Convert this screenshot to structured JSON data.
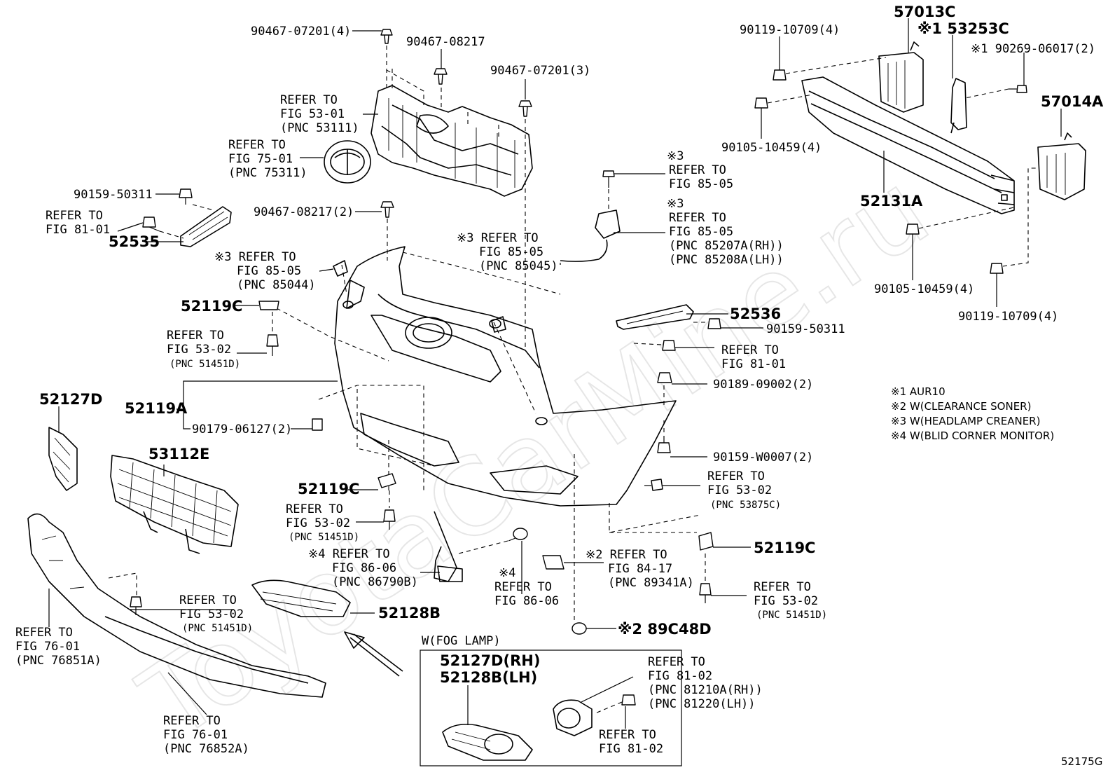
{
  "watermark": "ToyotaCarMine.ru",
  "figure_code": "52175G",
  "notes": [
    "※1 AUR10",
    "※2 W(CLEARANCE SONER)",
    "※3 W(HEADLAMP CREANER)",
    "※4 W(BLID CORNER MONITOR)"
  ],
  "inset_title": "W(FOG LAMP)",
  "labels": {
    "clip_90467_07201_4": "90467-07201(4)",
    "clip_90467_08217": "90467-08217",
    "clip_90467_07201_3": "90467-07201(3)",
    "refer_53_01": [
      "REFER TO",
      "FIG 53-01",
      "(PNC 53111)"
    ],
    "refer_75_01": [
      "REFER TO",
      "FIG 75-01",
      "(PNC 75311)"
    ],
    "bolt_90159_50311_l": "90159-50311",
    "refer_81_01_l": [
      "REFER TO",
      "FIG 81-01"
    ],
    "p52535": "52535",
    "clip_90467_08217_2": "90467-08217(2)",
    "refer_85_05_85044": [
      "※3 REFER TO",
      "FIG 85-05",
      "(PNC 85044)"
    ],
    "p52119c_1": "52119C",
    "refer_53_02_a": [
      "REFER TO",
      "FIG 53-02",
      "(PNC 51451D)"
    ],
    "p52127d": "52127D",
    "p52119a": "52119A",
    "nut_90179_06127": "90179-06127(2)",
    "p53112e": "53112E",
    "p52119c_2": "52119C",
    "refer_53_02_b": [
      "REFER TO",
      "FIG 53-02",
      "(PNC 51451D)"
    ],
    "refer_86_06_a": [
      "※4 REFER TO",
      "FIG 86-06",
      "(PNC 86790B)"
    ],
    "refer_53_02_c": [
      "REFER TO",
      "FIG 53-02",
      "(PNC 51451D)"
    ],
    "p52128b": "52128B",
    "refer_76_01_a": [
      "REFER TO",
      "FIG 76-01",
      "(PNC 76851A)"
    ],
    "refer_76_01_b": [
      "REFER TO",
      "FIG 76-01",
      "(PNC 76852A)"
    ],
    "refer_85_05_85045": [
      "※3 REFER TO",
      "FIG 85-05",
      "(PNC 85045)"
    ],
    "refer_85_05_top": [
      "※3",
      "REFER TO",
      "FIG 85-05"
    ],
    "refer_85_05_rhlh": [
      "※3",
      "REFER TO",
      "FIG 85-05",
      "(PNC 85207A(RH))",
      "(PNC 85208A(LH))"
    ],
    "p52536": "52536",
    "bolt_90159_50311_r": "90159-50311",
    "refer_81_01_r": [
      "REFER TO",
      "FIG 81-01"
    ],
    "nut_90189_09002": "90189-09002(2)",
    "bolt_90159_w0007": "90159-W0007(2)",
    "refer_53_02_53875c": [
      "REFER TO",
      "FIG 53-02",
      "(PNC 53875C)"
    ],
    "refer_84_17": [
      "※2 REFER TO",
      "FIG 84-17",
      "(PNC 89341A)"
    ],
    "refer_86_06_b": [
      "※4",
      "REFER TO",
      "FIG 86-06"
    ],
    "p89c48d": "※2 89C48D",
    "p52119c_3": "52119C",
    "refer_53_02_d": [
      "REFER TO",
      "FIG 53-02",
      "(PNC 51451D)"
    ],
    "bolt_90119_10709_top": "90119-10709(4)",
    "p57013c": "57013C",
    "p53253c": "※1 53253C",
    "bolt_90269_06017": "※1 90269-06017(2)",
    "p57014a": "57014A",
    "bolt_90105_10459_top": "90105-10459(4)",
    "p52131a": "52131A",
    "bolt_90105_10459_bot": "90105-10459(4)",
    "bolt_90119_10709_bot": "90119-10709(4)",
    "inset_part": [
      "52127D(RH)",
      "52128B(LH)"
    ],
    "refer_81_02_a": [
      "REFER TO",
      "FIG 81-02",
      "(PNC 81210A(RH))",
      "(PNC 81220(LH))"
    ],
    "refer_81_02_b": [
      "REFER TO",
      "FIG 81-02"
    ]
  }
}
